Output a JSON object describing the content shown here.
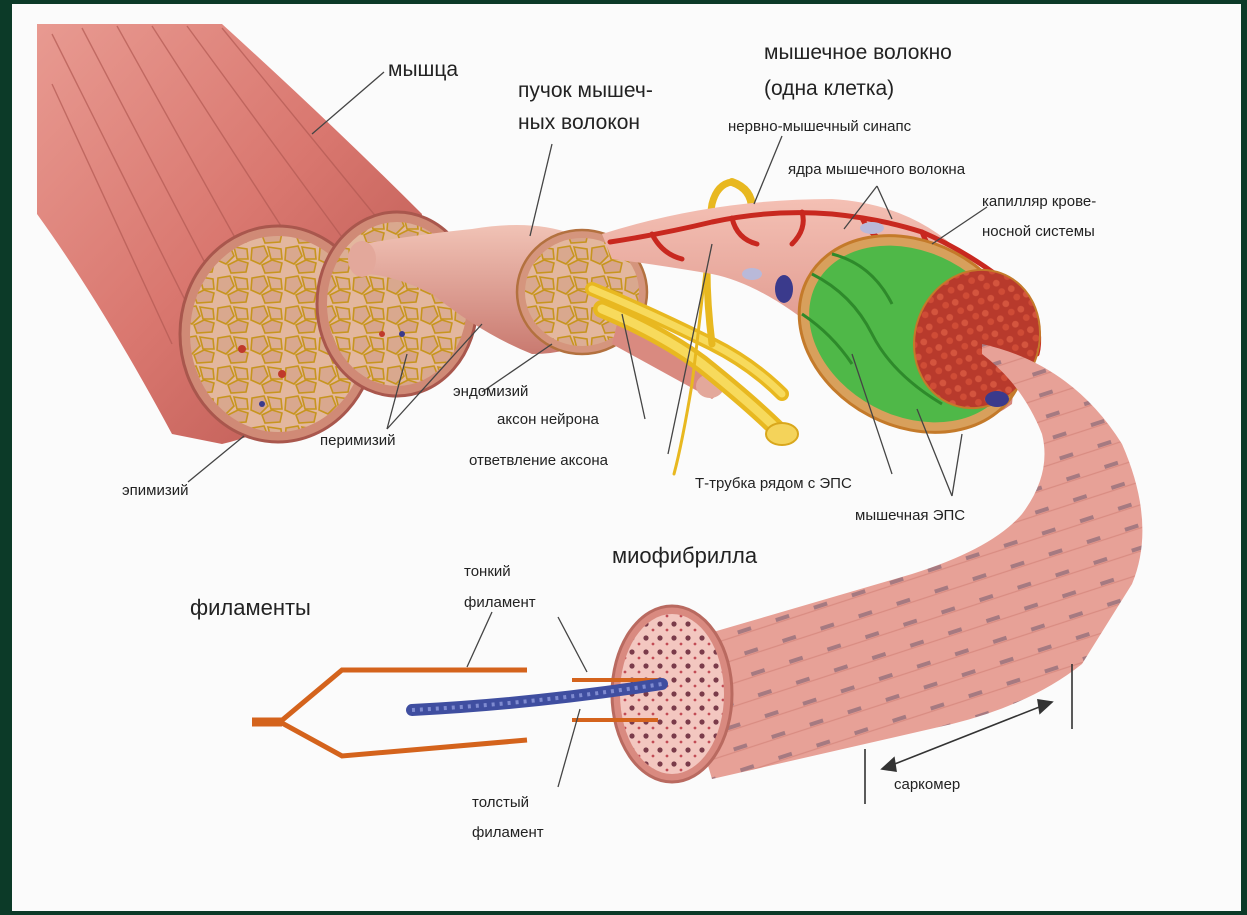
{
  "labels": {
    "muscle": "мышца",
    "bundle_1": "пучок мышеч-",
    "bundle_2": "ных волокон",
    "fiber_1": "мышечное волокно",
    "fiber_2": "(одна клетка)",
    "synapse": "нервно-мышечный синапс",
    "nuclei": "ядра мышечного волокна",
    "capillary_1": "капилляр крове-",
    "capillary_2": "носной системы",
    "endomysium": "эндомизий",
    "axon": "аксон нейрона",
    "axon_branch": "ответвление аксона",
    "perimysium": "перимизий",
    "epimysium": "эпимизий",
    "t_tubule": "Т-трубка рядом с ЭПС",
    "sr": "мышечная ЭПС",
    "myofibril": "миофибрилла",
    "filaments": "филаменты",
    "thin_1": "тонкий",
    "thin_2": "филамент",
    "thick_1": "толстый",
    "thick_2": "филамент",
    "sarcomere": "саркомер"
  },
  "colors": {
    "frame": "#0c3a28",
    "background": "#fbfbfb",
    "muscle": "#d9776f",
    "fascicle_tissue": "#e6b79f",
    "nerve": "#f2cc33",
    "capillary": "#c8281f",
    "reticulum": "#4fb848",
    "nucleus": "#3a3a8c",
    "filament_thin": "#d4631c",
    "filament_thick": "#3f4ea0"
  }
}
